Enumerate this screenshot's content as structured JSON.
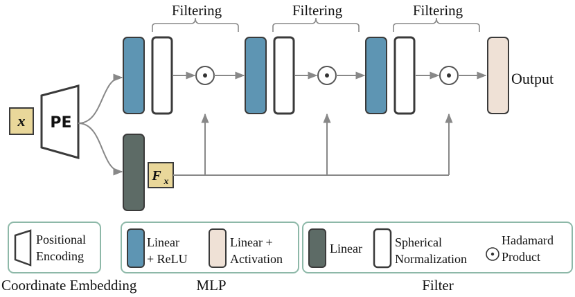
{
  "diagram": {
    "input_symbol": "x",
    "encoder_label": "PE",
    "feature_base": "F",
    "feature_sub": "x",
    "filter_group_labels": [
      "Filtering",
      "Filtering",
      "Filtering"
    ],
    "output_label": "Output",
    "hadamard_symbol": "⊙"
  },
  "legend": {
    "coordinate_embedding": {
      "title": "Coordinate Embedding",
      "item_line1": "Positional",
      "item_line2": "Encoding"
    },
    "mlp": {
      "title": "MLP",
      "linear_relu_line1": "Linear",
      "linear_relu_line2": "+ ReLU",
      "linear_activation_line1": "Linear +",
      "linear_activation_line2": "Activation"
    },
    "filter": {
      "title": "Filter",
      "linear": "Linear",
      "spherical_line1": "Spherical",
      "spherical_line2": "Normalization",
      "hadamard_line1": "Hadamard",
      "hadamard_line2": "Product"
    }
  },
  "colors": {
    "linear_relu": "#5e95b3",
    "linear_activation": "#efe1d6",
    "filter_linear": "#5d6b66",
    "input_box": "#e9d79a",
    "legend_border": "#8db8a8",
    "stroke": "#3a3a3a",
    "arrow": "#888888"
  }
}
